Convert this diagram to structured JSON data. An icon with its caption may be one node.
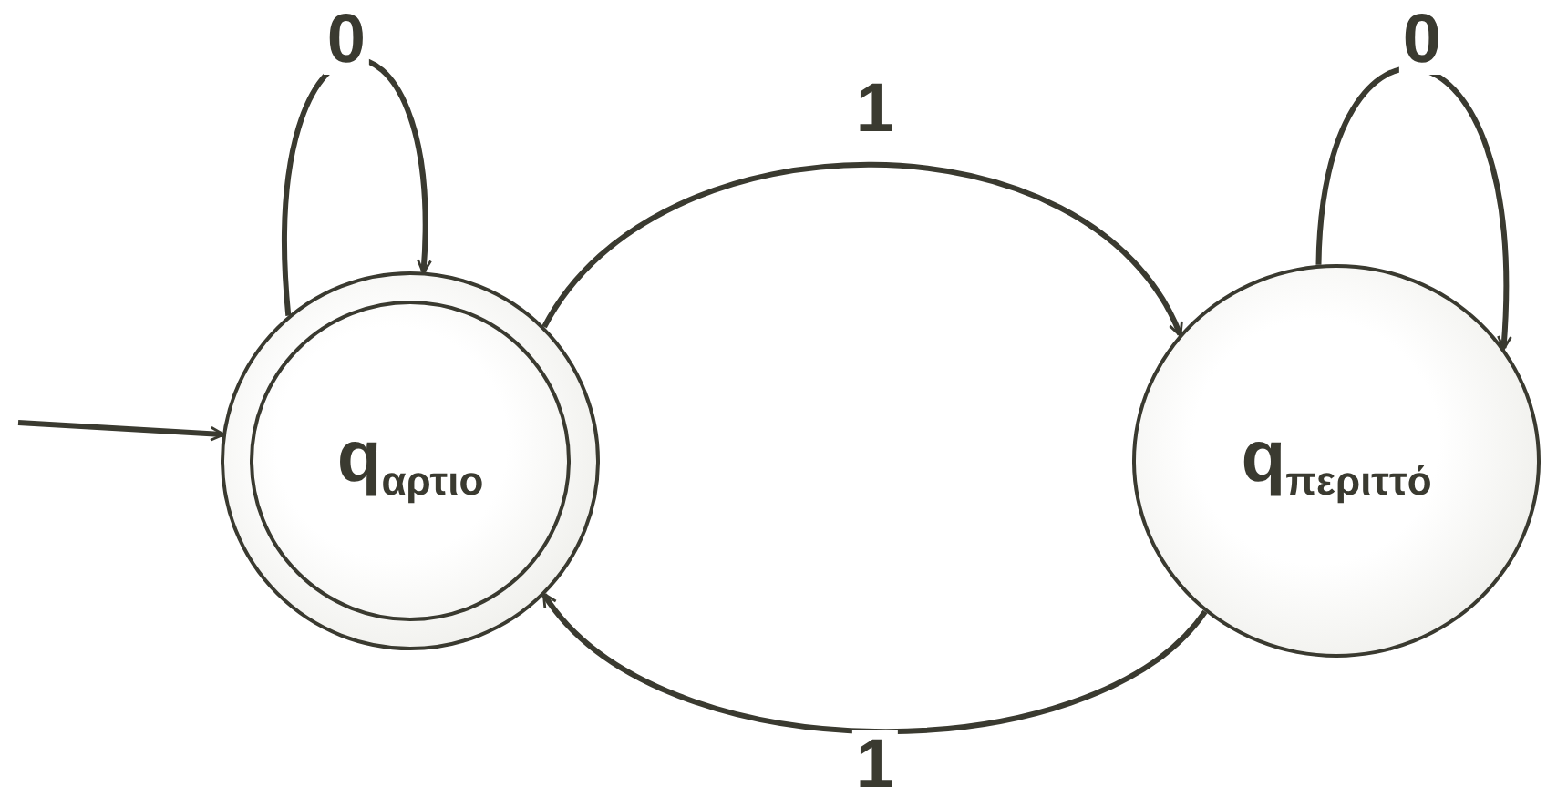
{
  "diagram": {
    "nodes": [
      {
        "text": [
          "q$_{αρτιο}$"
        ]
      },
      {
        "text": [
          "q$_{περιττό}$"
        ]
      }
    ],
    "edges": [
      {
        "from": null,
        "to": 0,
        "arrow": "to"
      },
      {
        "from": 0,
        "to": 0,
        "label": "0",
        "arrow": "to"
      },
      {
        "from": 0,
        "to": 1,
        "label": "1",
        "arrow": "to"
      },
      {
        "from": 1,
        "to": 0,
        "label": "1",
        "arrow": "to"
      },
      {
        "from": 1,
        "to": 1,
        "label": "0",
        "arrow": "to"
      }
    ]
  }
}
